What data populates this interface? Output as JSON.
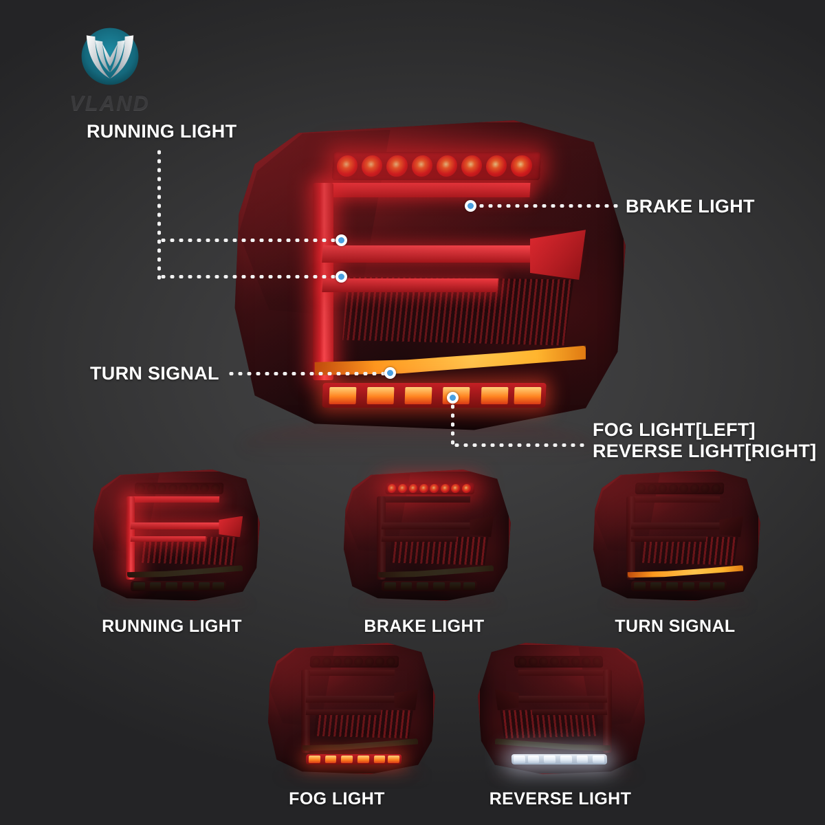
{
  "brand": {
    "name": "VLAND",
    "logo_icon": "vland-shield-icon",
    "logo_colors": {
      "teal": "#17798f",
      "silver": "#d9dde0"
    }
  },
  "theme": {
    "background_dark": "#262628",
    "background_center": "#434344",
    "label_color": "#ffffff",
    "marker_ring": "#ffffff",
    "marker_dot": "#4a9fe0",
    "red_led": "#ff3b42",
    "amber_led": "#ffb52e",
    "white_led": "#eef4fb"
  },
  "hero": {
    "product": "tail-light-assembly",
    "callouts": [
      {
        "id": "running-light",
        "label": "RUNNING LIGHT"
      },
      {
        "id": "brake-light",
        "label": "BRAKE LIGHT"
      },
      {
        "id": "turn-signal",
        "label": "TURN SIGNAL"
      },
      {
        "id": "fog-light",
        "label": "FOG LIGHT[LEFT]"
      },
      {
        "id": "reverse-light",
        "label": "REVERSE LIGHT[RIGHT]"
      }
    ]
  },
  "thumbnails": {
    "row1": [
      {
        "id": "thumb-running-light",
        "label": "RUNNING LIGHT",
        "active": "running"
      },
      {
        "id": "thumb-brake-light",
        "label": "BRAKE LIGHT",
        "active": "brake"
      },
      {
        "id": "thumb-turn-signal",
        "label": "TURN SIGNAL",
        "active": "turn"
      }
    ],
    "row2": [
      {
        "id": "thumb-fog-light",
        "label": "FOG LIGHT",
        "active": "fog"
      },
      {
        "id": "thumb-reverse-light",
        "label": "REVERSE LIGHT",
        "active": "reverse"
      }
    ]
  }
}
